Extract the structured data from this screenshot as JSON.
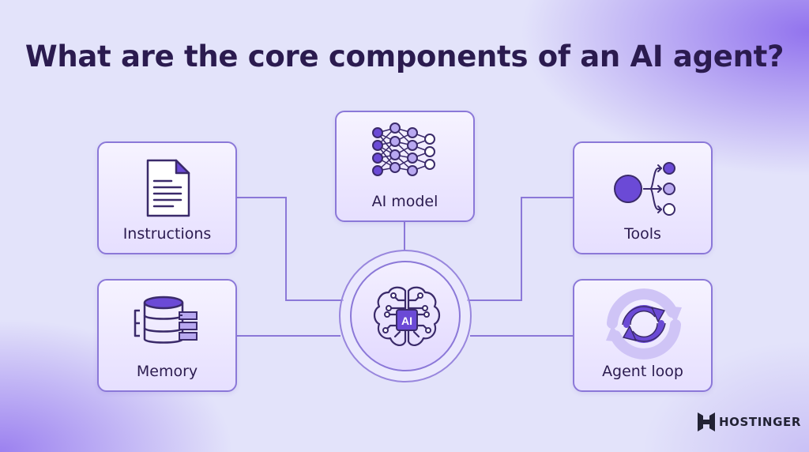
{
  "title": "What are the core components of an AI agent?",
  "components": {
    "instructions": "Instructions",
    "memory": "Memory",
    "ai_model": "AI model",
    "tools": "Tools",
    "agent_loop": "Agent loop"
  },
  "hub": {
    "badge": "AI",
    "icon": "brain-icon"
  },
  "brand": {
    "name": "HOSTINGER",
    "icon": "hostinger-logo-icon"
  },
  "colors": {
    "primary": "#6b4ad6",
    "text": "#2b1b4f",
    "border": "#8b78d8",
    "background": "#e3e3fa"
  }
}
